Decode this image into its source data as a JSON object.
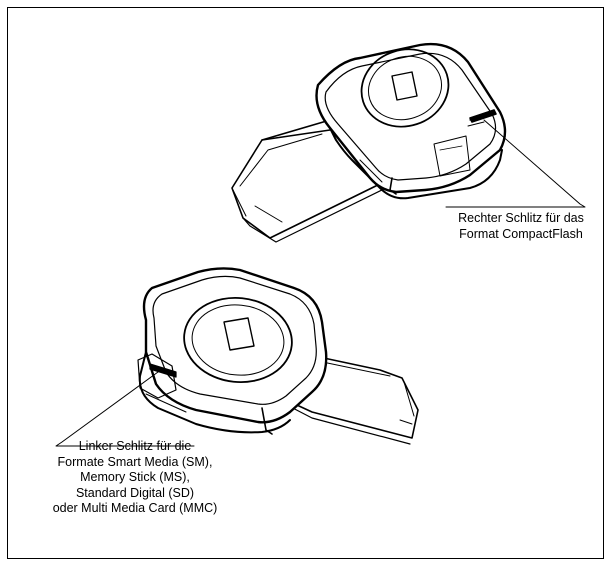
{
  "callouts": {
    "right_slot": {
      "lines": [
        "Rechter Schlitz für das",
        "Format CompactFlash"
      ]
    },
    "left_slot": {
      "lines": [
        "Linker Schlitz für die",
        "Formate Smart Media (SM),",
        "Memory Stick (MS),",
        "Standard Digital (SD)",
        "oder Multi Media Card (MMC)"
      ]
    }
  },
  "colors": {
    "line": "#000000",
    "background": "#ffffff"
  }
}
